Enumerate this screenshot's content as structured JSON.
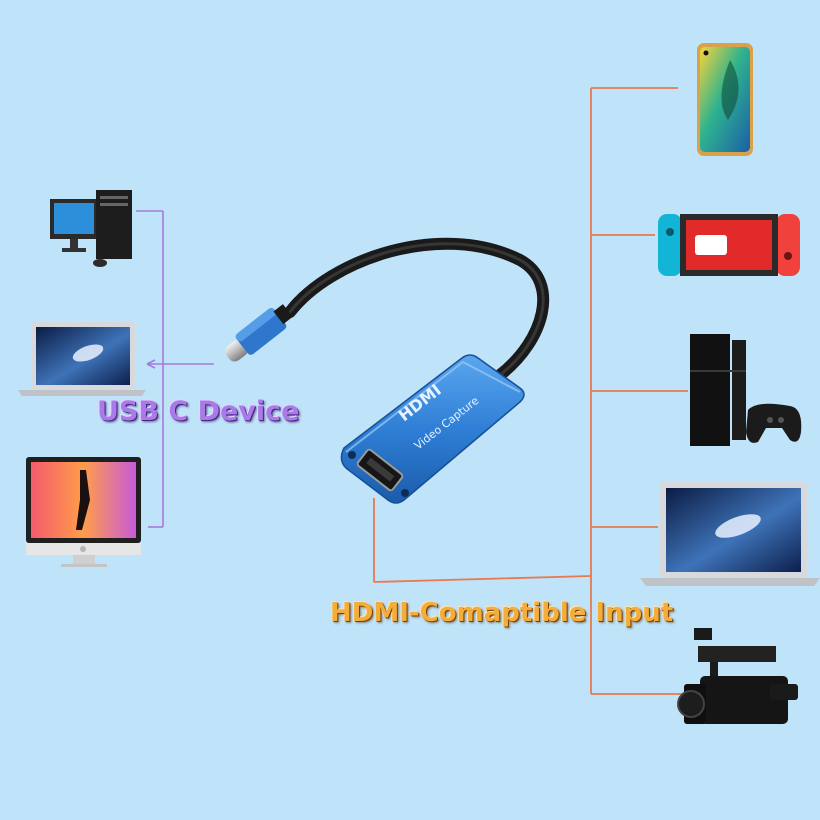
{
  "labels": {
    "usb_c_device": "USB C Device",
    "hdmi_input": "HDMI-Comaptible Input"
  },
  "adapter": {
    "brand_text": "HDMI",
    "product_text": "Video Capture"
  },
  "connected_devices": {
    "usb_side": [
      "desktop-computer",
      "laptop",
      "all-in-one-computer"
    ],
    "hdmi_side": [
      "smartphone",
      "handheld-game-console",
      "game-console-with-controller",
      "laptop",
      "camcorder"
    ]
  },
  "colors": {
    "background": "#bfe3f8",
    "usb_lines": "#a57be0",
    "hdmi_lines": "#e77a4e",
    "adapter_blue": "#2f7fd6",
    "usb_label": "#a87be8",
    "hdmi_label": "#f2ad3c"
  }
}
